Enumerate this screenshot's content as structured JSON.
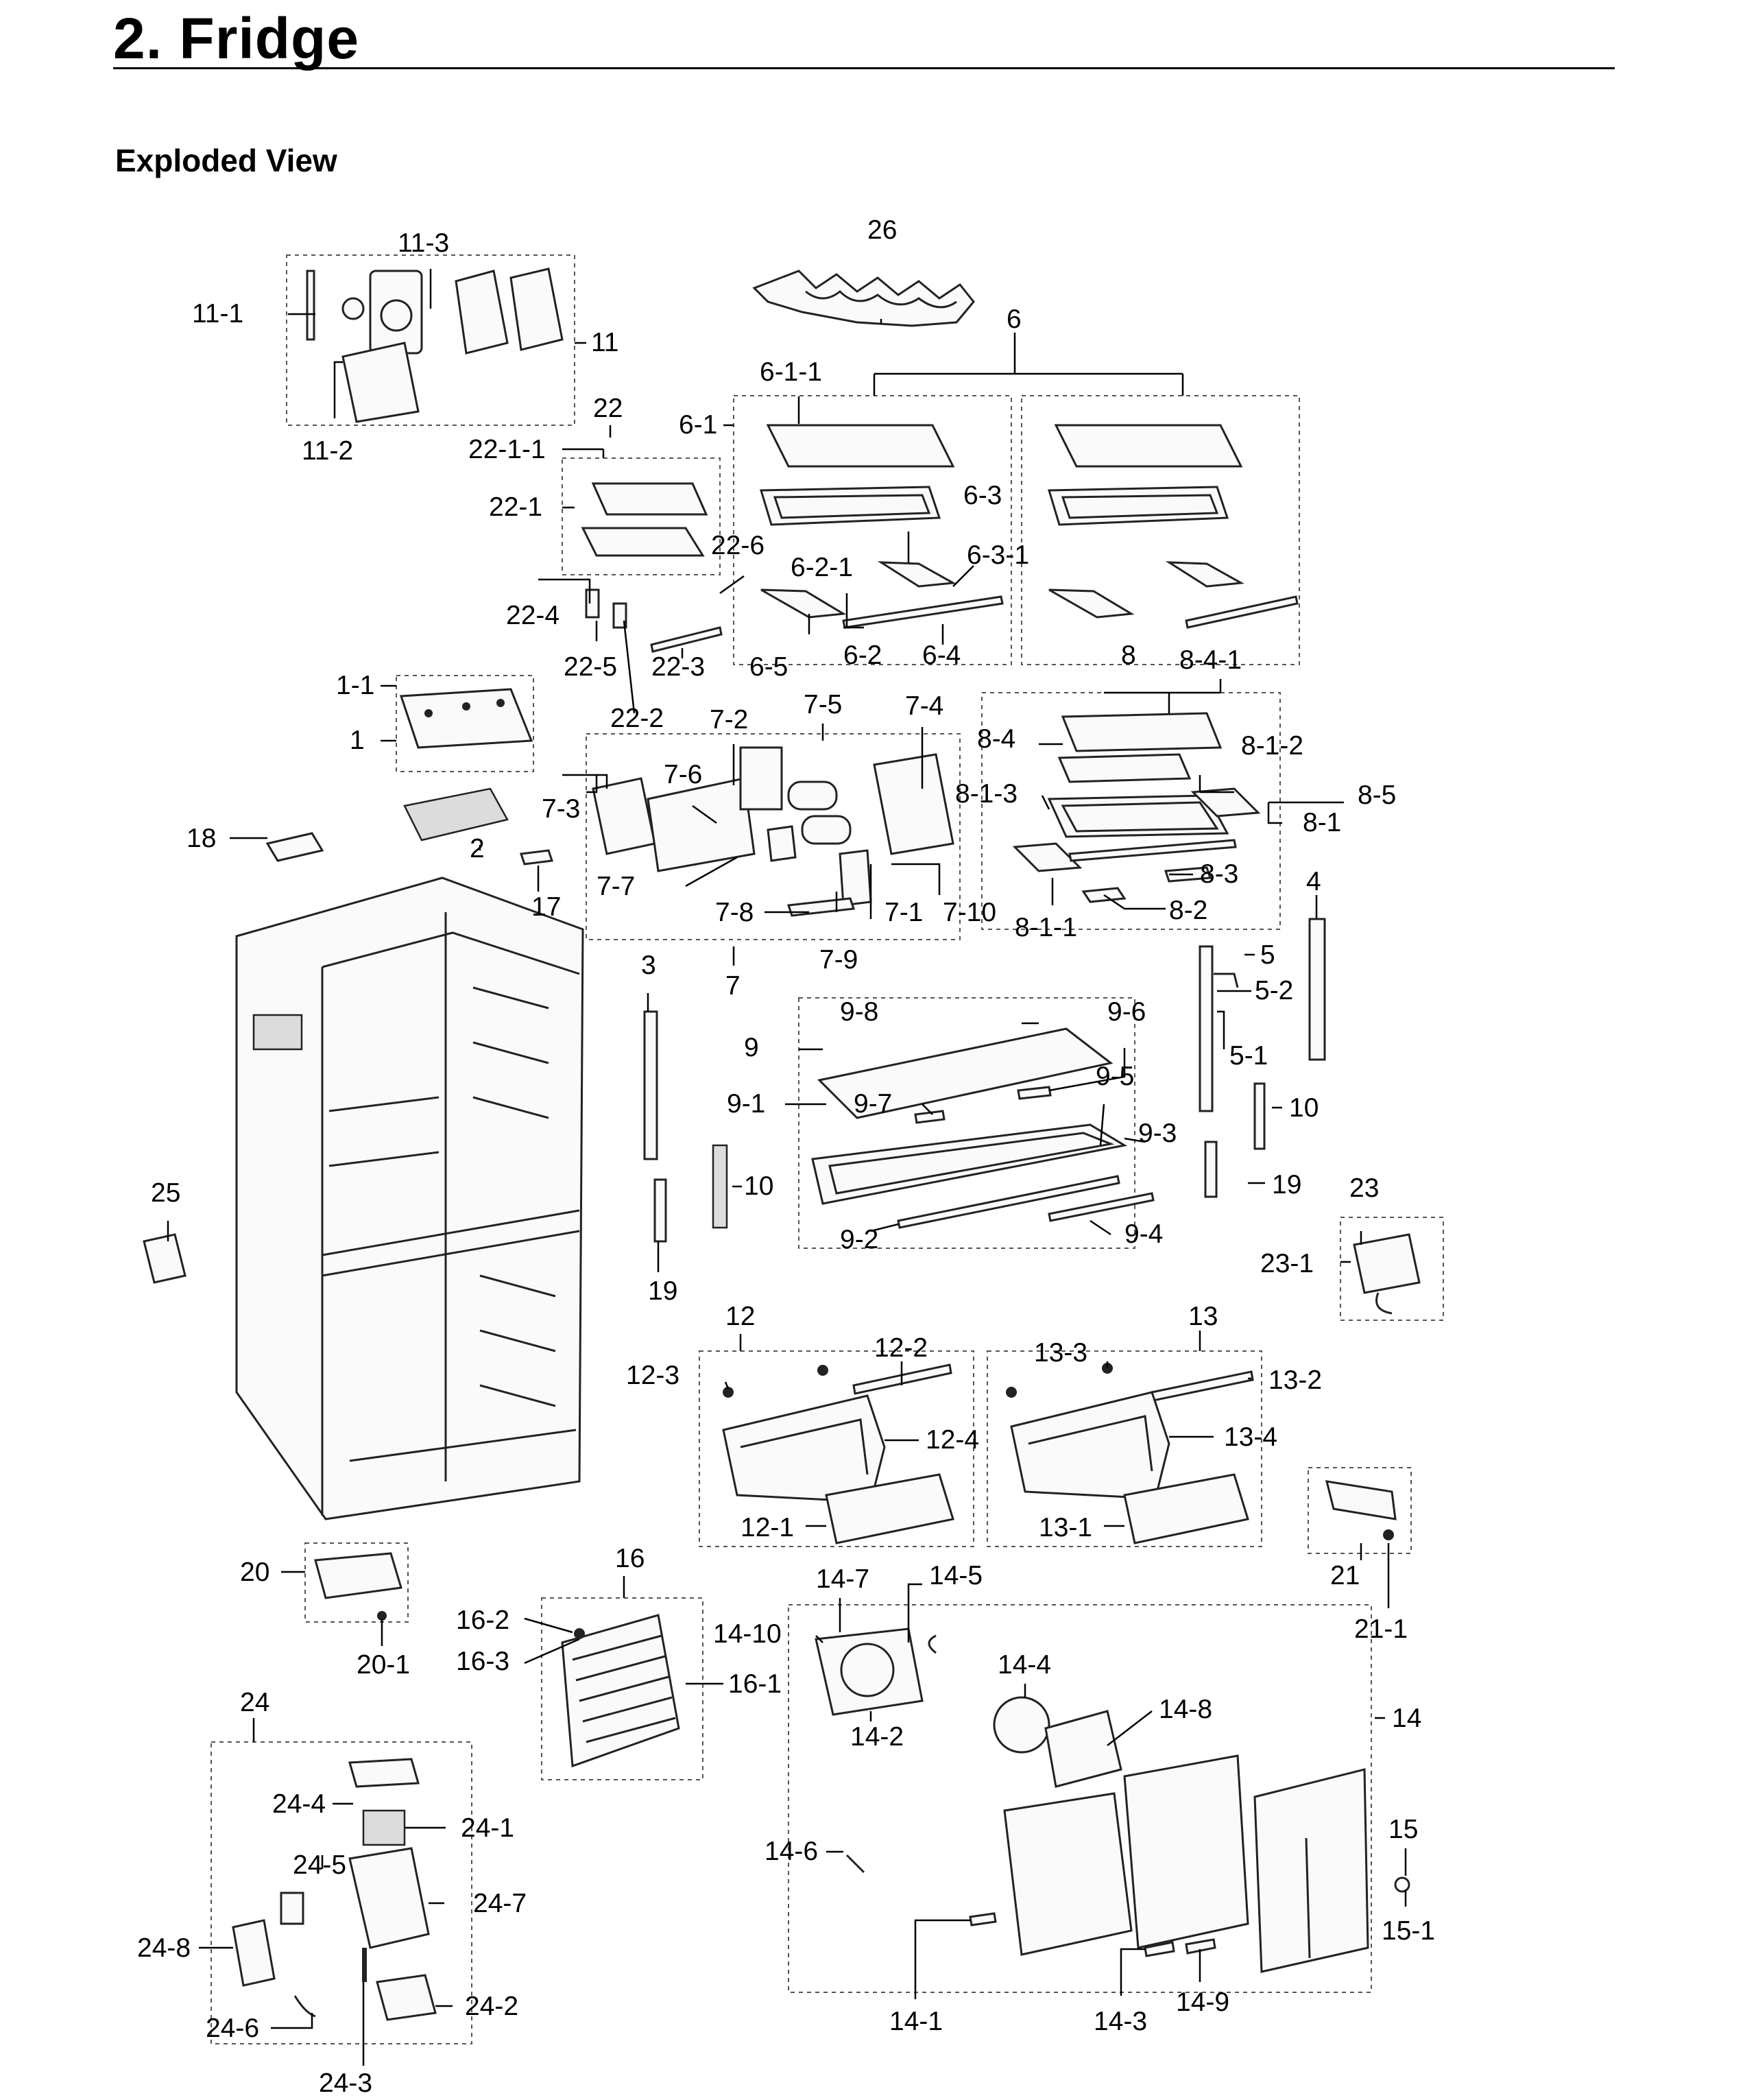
{
  "page": {
    "title": "2.  Fridge",
    "section": "Exploded View"
  },
  "labels": {
    "l1": "1",
    "l1_1": "1-1",
    "l2": "2",
    "l3": "3",
    "l4": "4",
    "l5": "5",
    "l5_1": "5-1",
    "l5_2": "5-2",
    "l6": "6",
    "l6_1": "6-1",
    "l6_1_1": "6-1-1",
    "l6_2": "6-2",
    "l6_2_1": "6-2-1",
    "l6_3": "6-3",
    "l6_3_1": "6-3-1",
    "l6_4": "6-4",
    "l6_5": "6-5",
    "l7": "7",
    "l7_1": "7-1",
    "l7_2": "7-2",
    "l7_3": "7-3",
    "l7_4": "7-4",
    "l7_5": "7-5",
    "l7_6": "7-6",
    "l7_7": "7-7",
    "l7_8": "7-8",
    "l7_9": "7-9",
    "l7_10": "7-10",
    "l8": "8",
    "l8_1": "8-1",
    "l8_1_1": "8-1-1",
    "l8_1_2": "8-1-2",
    "l8_1_3": "8-1-3",
    "l8_2": "8-2",
    "l8_3": "8-3",
    "l8_4": "8-4",
    "l8_4_1": "8-4-1",
    "l8_5": "8-5",
    "l9": "9",
    "l9_1": "9-1",
    "l9_2": "9-2",
    "l9_3": "9-3",
    "l9_4": "9-4",
    "l9_5": "9-5",
    "l9_6": "9-6",
    "l9_7": "9-7",
    "l9_8": "9-8",
    "l10a": "10",
    "l10b": "10",
    "l11": "11",
    "l11_1": "11-1",
    "l11_2": "11-2",
    "l11_3": "11-3",
    "l12": "12",
    "l12_1": "12-1",
    "l12_2": "12-2",
    "l12_3": "12-3",
    "l12_4": "12-4",
    "l13": "13",
    "l13_1": "13-1",
    "l13_2": "13-2",
    "l13_3": "13-3",
    "l13_4": "13-4",
    "l14": "14",
    "l14_1": "14-1",
    "l14_2": "14-2",
    "l14_3": "14-3",
    "l14_4": "14-4",
    "l14_5": "14-5",
    "l14_6": "14-6",
    "l14_7": "14-7",
    "l14_8": "14-8",
    "l14_9": "14-9",
    "l14_10": "14-10",
    "l15": "15",
    "l15_1": "15-1",
    "l16": "16",
    "l16_1": "16-1",
    "l16_2": "16-2",
    "l16_3": "16-3",
    "l17": "17",
    "l18": "18",
    "l19a": "19",
    "l19b": "19",
    "l20": "20",
    "l20_1": "20-1",
    "l21": "21",
    "l21_1": "21-1",
    "l22": "22",
    "l22_1": "22-1",
    "l22_1_1": "22-1-1",
    "l22_2": "22-2",
    "l22_3": "22-3",
    "l22_4": "22-4",
    "l22_5": "22-5",
    "l22_6": "22-6",
    "l23": "23",
    "l23_1": "23-1",
    "l24": "24",
    "l24_1": "24-1",
    "l24_2": "24-2",
    "l24_3": "24-3",
    "l24_4": "24-4",
    "l24_5": "24-5",
    "l24_6": "24-6",
    "l24_7": "24-7",
    "l24_8": "24-8",
    "l25": "25",
    "l26": "26"
  }
}
